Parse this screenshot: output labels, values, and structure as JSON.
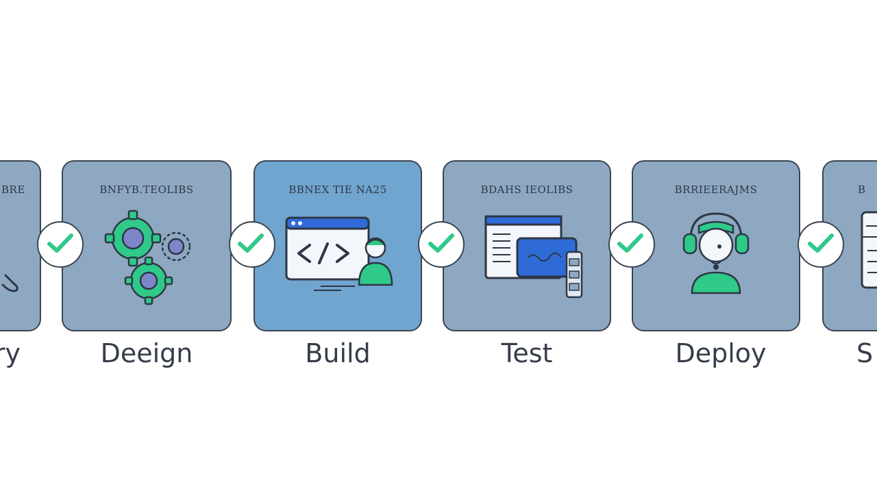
{
  "stages": [
    {
      "id": "partial-left",
      "header": "BRE",
      "label": "ry"
    },
    {
      "id": "design",
      "header": "BNFYB.TEOLIBS",
      "label": "Deeign"
    },
    {
      "id": "build",
      "header": "BBNEX TIE NA25",
      "label": "Build"
    },
    {
      "id": "test",
      "header": "BDAHS IEOLIBS",
      "label": "Test"
    },
    {
      "id": "deploy",
      "header": "BRRIEERAJMS",
      "label": "Deploy"
    },
    {
      "id": "partial-right",
      "header": "B",
      "label": "S"
    }
  ],
  "icons": {
    "connector": "check-icon",
    "design": "gears-icon",
    "build": "code-window-developer-icon",
    "test": "test-windows-icon",
    "deploy": "headset-support-icon",
    "partial-left": "tool-icon",
    "partial-right": "list-panel-icon"
  },
  "colors": {
    "card_gray": "#8ea8c2",
    "card_blue": "#70a5cf",
    "accent_green": "#2fc98a",
    "outline": "#3b4452",
    "label_text": "#363d4a"
  }
}
